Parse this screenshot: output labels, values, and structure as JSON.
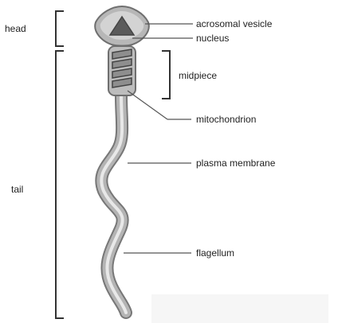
{
  "diagram": {
    "labels": {
      "head": "head",
      "tail": "tail",
      "midpiece": "midpiece",
      "acrosomal_vesicle": "acrosomal vesicle",
      "nucleus": "nucleus",
      "mitochondrion": "mitochondrion",
      "plasma_membrane": "plasma membrane",
      "flagellum": "flagellum"
    },
    "colors": {
      "outline": "#6f6f6f",
      "cell_body": "#a9a9a9",
      "head_light": "#c9c9c9",
      "nucleus": "#5b5b5b",
      "text": "#222222",
      "leader_line": "#555555"
    }
  }
}
